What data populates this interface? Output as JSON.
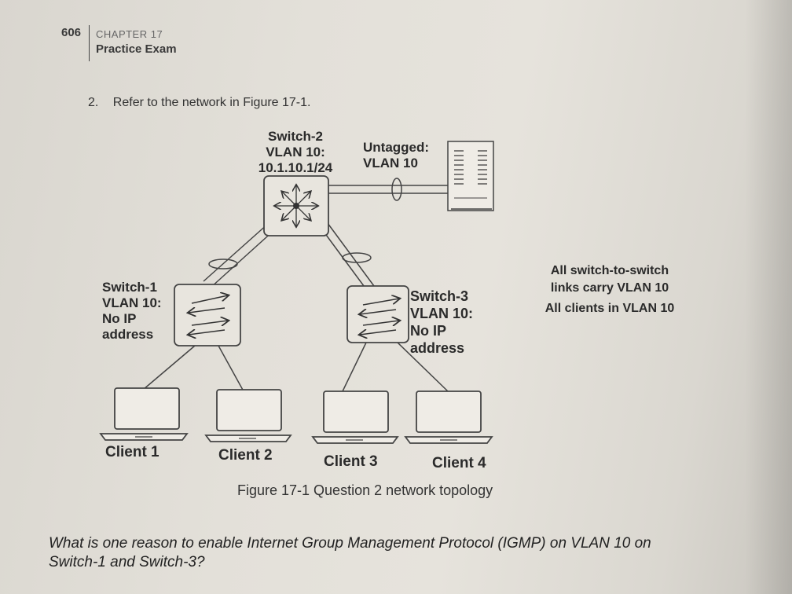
{
  "header": {
    "page_number": "606",
    "chapter": "CHAPTER 17",
    "section": "Practice Exam"
  },
  "question": {
    "number": "2.",
    "text": "Refer to the network in Figure 17-1."
  },
  "diagram": {
    "switch2": {
      "line1": "Switch-2",
      "line2": "VLAN 10:",
      "line3": "10.1.10.1/24"
    },
    "server_link": {
      "line1": "Untagged:",
      "line2": "VLAN 10"
    },
    "switch1": {
      "line1": "Switch-1",
      "line2": "VLAN 10:",
      "line3": "No IP",
      "line4": "address"
    },
    "switch3": {
      "line1": "Switch-3",
      "line2": "VLAN 10:",
      "line3": "No IP",
      "line4": "address"
    },
    "note": {
      "line1": "All switch-to-switch",
      "line2": "links carry VLAN 10",
      "line3": "All clients in VLAN 10"
    },
    "clients": [
      "Client 1",
      "Client 2",
      "Client 3",
      "Client 4"
    ]
  },
  "caption": "Figure 17-1 Question 2 network topology",
  "bottom_question": {
    "line1": "What is one reason to enable Internet Group Management Protocol (IGMP) on VLAN 10 on",
    "line2": "Switch-1 and Switch-3?"
  }
}
